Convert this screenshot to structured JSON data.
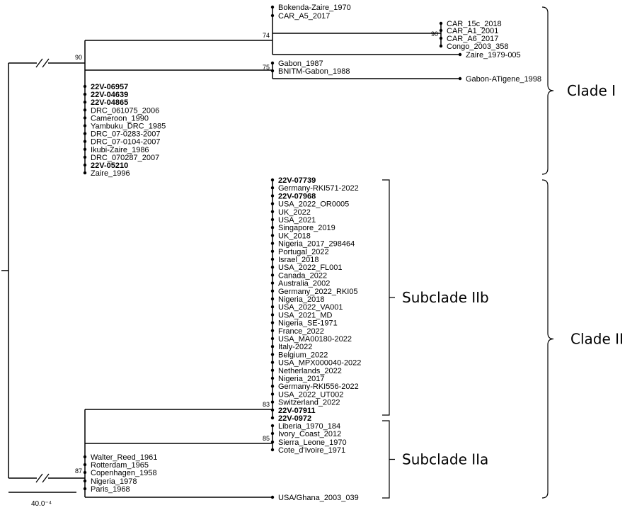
{
  "bootstrap": {
    "root_cladeI": "90",
    "car_group": "74",
    "car_subgroup": "90",
    "gabon_group": "75",
    "subclade_IIb": "83",
    "subclade_IIa_group": "85",
    "cladeII_basal": "87"
  },
  "taxa": {
    "clade_I_upper": [
      "Bokenda-Zaire_1970",
      "CAR_A5_2017"
    ],
    "car_subgroup": [
      "CAR_15c_2018",
      "CAR_A1_2001",
      "CAR_A6_2017",
      "Congo_2003_358"
    ],
    "zaire_1979": "Zaire_1979-005",
    "gabon_pair": [
      "Gabon_1987",
      "BNITM-Gabon_1988"
    ],
    "gabon_atigene": "Gabon-ATigene_1998",
    "clade_I_polytomy": [
      {
        "name": "22V-06957",
        "bold": true
      },
      {
        "name": "22V-04639",
        "bold": true
      },
      {
        "name": "22V-04865",
        "bold": true
      },
      {
        "name": "DRC_061075_2006",
        "bold": false
      },
      {
        "name": "Cameroon_1990",
        "bold": false
      },
      {
        "name": "Yambuku_DRC_1985",
        "bold": false
      },
      {
        "name": "DRC_07-0283-2007",
        "bold": false
      },
      {
        "name": "DRC_07-0104-2007",
        "bold": false
      },
      {
        "name": "Ikubi-Zaire_1986",
        "bold": false
      },
      {
        "name": "DRC_070287_2007",
        "bold": false
      },
      {
        "name": "22V-05210",
        "bold": true
      },
      {
        "name": "Zaire_1996",
        "bold": false
      }
    ],
    "subclade_IIb": [
      {
        "name": "22V-07739",
        "bold": true
      },
      {
        "name": "Germany-RKI571-2022",
        "bold": false
      },
      {
        "name": "22V-07968",
        "bold": true
      },
      {
        "name": "USA_2022_OR0005",
        "bold": false
      },
      {
        "name": "UK_2022",
        "bold": false
      },
      {
        "name": "USA_2021",
        "bold": false
      },
      {
        "name": "Singapore_2019",
        "bold": false
      },
      {
        "name": "UK_2018",
        "bold": false
      },
      {
        "name": "Nigeria_2017_298464",
        "bold": false
      },
      {
        "name": "Portugal_2022",
        "bold": false
      },
      {
        "name": "Israel_2018",
        "bold": false
      },
      {
        "name": "USA_2022_FL001",
        "bold": false
      },
      {
        "name": "Canada_2022",
        "bold": false
      },
      {
        "name": "Australia_2002",
        "bold": false
      },
      {
        "name": "Germany_2022_RKI05",
        "bold": false
      },
      {
        "name": "Nigeria_2018",
        "bold": false
      },
      {
        "name": "USA_2022_VA001",
        "bold": false
      },
      {
        "name": "USA_2021_MD",
        "bold": false
      },
      {
        "name": "Nigeria_SE-1971",
        "bold": false
      },
      {
        "name": "France_2022",
        "bold": false
      },
      {
        "name": "USA_MA00180-2022",
        "bold": false
      },
      {
        "name": "Italy-2022",
        "bold": false
      },
      {
        "name": "Belgium_2022",
        "bold": false
      },
      {
        "name": "USA_MPX000040-2022",
        "bold": false
      },
      {
        "name": "Netherlands_2022",
        "bold": false
      },
      {
        "name": "Nigeria_2017",
        "bold": false
      },
      {
        "name": "Germany-RKI556-2022",
        "bold": false
      },
      {
        "name": "USA_2022_UT002",
        "bold": false
      },
      {
        "name": "Switzerland_2022",
        "bold": false
      },
      {
        "name": "22V-07911",
        "bold": true
      }
    ],
    "iia_sample": {
      "name": "22V-0972",
      "bold": true
    },
    "subclade_IIa_group": [
      "Liberia_1970_184",
      "Ivory_Coast_2012",
      "Sierra_Leone_1970",
      "Cote_d'Ivoire_1971"
    ],
    "cladeII_basal": [
      "Walter_Reed_1961",
      "Rotterdam_1965",
      "Copenhagen_1958",
      "Nigeria_1978",
      "Paris_1968"
    ],
    "usa_ghana": "USA/Ghana_2003_039"
  },
  "clade_labels": {
    "clade_I": "Clade I",
    "clade_II": "Clade II",
    "subclade_IIb": "Subclade IIb",
    "subclade_IIa": "Subclade IIa"
  },
  "scale_bar": {
    "label": "40.0⁻⁴"
  }
}
